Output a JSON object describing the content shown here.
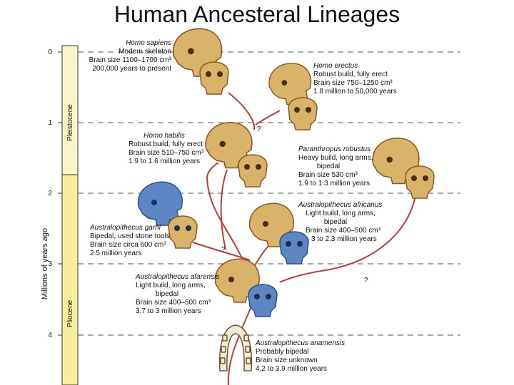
{
  "title": "Human Ancesteral Lineages",
  "axis": {
    "label": "Millions of years ago",
    "ticks": [
      "0",
      "1",
      "2",
      "3",
      "4"
    ],
    "epochs": [
      "Pleistocene",
      "Pliocene"
    ]
  },
  "colors": {
    "bone": "#d9b36a",
    "bone_dark": "#8a5a22",
    "reconstruction": "#5d86c4",
    "lineage": "#c23b3b",
    "pleistocene_band": "#fbf5c6",
    "pliocene_band": "#f6ee9c",
    "gridline": "#555555"
  },
  "species": [
    {
      "name": "Homo sapiens",
      "lines": [
        "Modern skeleton",
        "Brain size 1100–1700 cm³",
        "200,000 years to present"
      ]
    },
    {
      "name": "Homo erectus",
      "lines": [
        "Robust build, fully erect",
        "Brain size 750–1250 cm³",
        "1.8 million to 50,000 years"
      ]
    },
    {
      "name": "Homo habilis",
      "lines": [
        "Robust build, fully erect",
        "Brain size 510–750 cm³",
        "1.9 to 1.6 million years"
      ]
    },
    {
      "name": "Paranthropus robustus",
      "lines": [
        "Heavy build, long arms,",
        "bipedal",
        "Brain size 530 cm³",
        "1.9 to 1.3 million years"
      ]
    },
    {
      "name": "Australopithecus africanus",
      "lines": [
        "Light build, long arms,",
        "bipedal",
        "Brain size 400–500 cm³",
        "3 to 2.3 million years"
      ]
    },
    {
      "name": "Australopithecus garhi",
      "lines": [
        "Bipedal, used stone tools",
        "Brain size circa 600 cm³",
        "2.5 million years"
      ]
    },
    {
      "name": "Australopithecus afarensis",
      "lines": [
        "Light build, long arms,",
        "bipedal",
        "Brain size 400–500 cm³",
        "3.7 to 3 million years"
      ]
    },
    {
      "name": "Australopithecus anamensis",
      "lines": [
        "Probably bipedal",
        "Brain size unknown",
        "4.2 to 3.9 million years"
      ]
    }
  ],
  "unknown_marks": [
    "?",
    "?",
    "?"
  ]
}
